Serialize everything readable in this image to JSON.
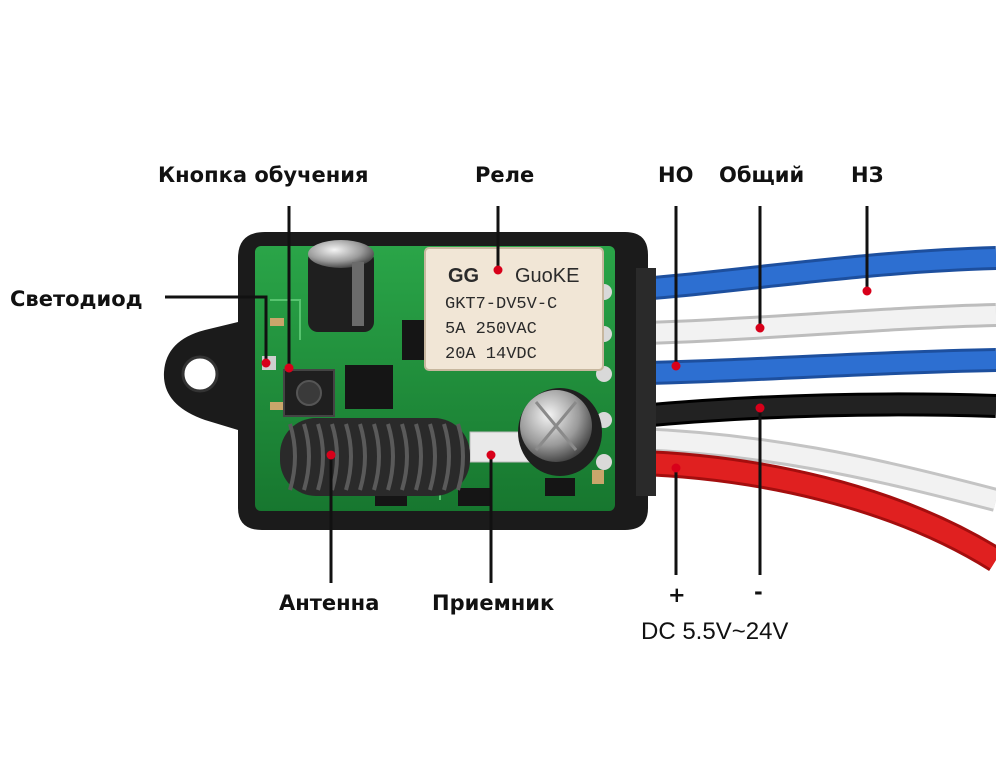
{
  "labels": {
    "learn_button": "Кнопка обучения",
    "relay": "Реле",
    "no": "НО",
    "common": "Общий",
    "nc": "НЗ",
    "led": "Светодиод",
    "antenna": "Антенна",
    "receiver": "Приемник",
    "plus": "+",
    "minus": "-",
    "power": "DC 5.5V~24V"
  },
  "relay_marking": {
    "brand": "GuoKE",
    "model": "GKT7-DV5V-C",
    "rating_ac": "5A 250VAC",
    "rating_dc": "20A 14VDC"
  },
  "colors": {
    "pointer": "#111111",
    "dot": "#d8001a",
    "pcb": "#1f8f3a",
    "wire_blue": "#2d6fd1",
    "wire_white": "#eeeeee",
    "wire_black": "#1a1a1a",
    "wire_red": "#e02020"
  }
}
